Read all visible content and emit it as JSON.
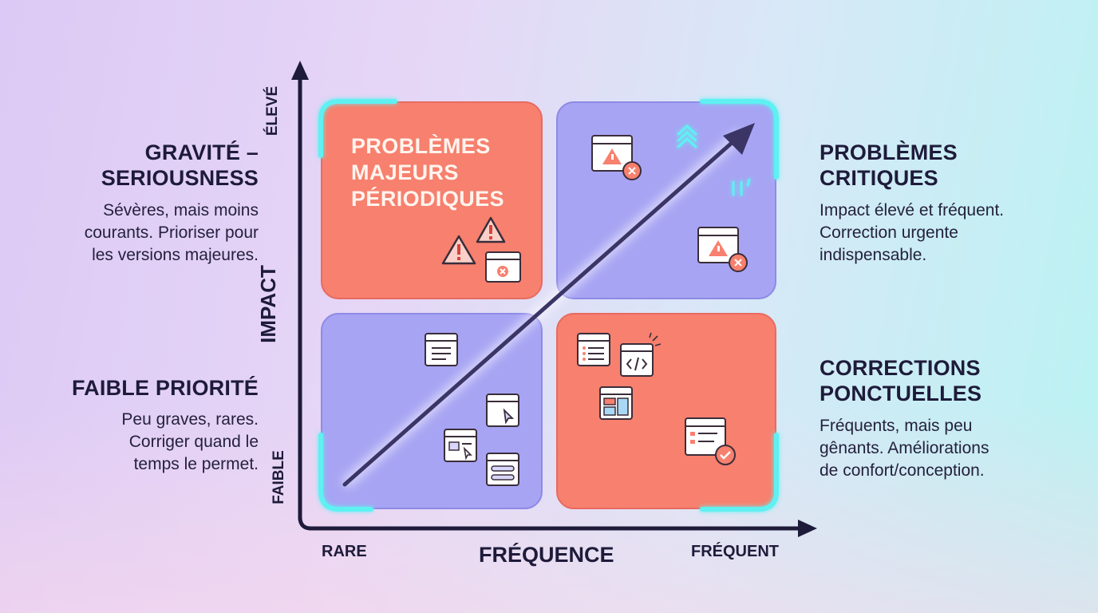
{
  "left_top": {
    "title_line1": "GRAVITÉ –",
    "title_line2": "SERIOUSNESS",
    "body_line1": "Sévères, mais moins",
    "body_line2": "courants. Prioriser pour",
    "body_line3": "les versions majeures."
  },
  "left_bottom": {
    "title": "FAIBLE PRIORITÉ",
    "body_line1": "Peu graves, rares.",
    "body_line2": "Corriger quand le",
    "body_line3": "temps le permet."
  },
  "right_top": {
    "title_line1": "PROBLÈMES",
    "title_line2": "CRITIQUES",
    "body_line1": "Impact élevé et fréquent.",
    "body_line2": "Correction urgente",
    "body_line3": "indispensable."
  },
  "right_bottom": {
    "title_line1": "CORRECTIONS",
    "title_line2": "PONCTUELLES",
    "body_line1": "Fréquents, mais peu",
    "body_line2": "gênants. Améliorations",
    "body_line3": "de confort/conception."
  },
  "quadrant_top_left": {
    "title_line1": "PROBLÈMES",
    "title_line2": "MAJEURS",
    "title_line3": "PÉRIODIQUES"
  },
  "axes": {
    "y_title": "IMPACT",
    "y_high": "ÉLEVÉ",
    "y_low": "FAIBLE",
    "x_title": "FRÉQUENCE",
    "x_low": "RARE",
    "x_high": "FRÉQUENT"
  },
  "colors": {
    "red_quadrant": "#f7806e",
    "blue_quadrant": "#a7a4f3",
    "axis": "#1e1b3a",
    "glow_accent": "#5ef0f2"
  },
  "icons": {
    "warning": "warning-triangle-icon",
    "error_window": "error-window-icon",
    "document": "document-window-icon",
    "code": "code-window-icon",
    "check_window": "check-window-icon",
    "cursor_window": "cursor-window-icon",
    "chevrons": "chevrons-up-icon"
  }
}
